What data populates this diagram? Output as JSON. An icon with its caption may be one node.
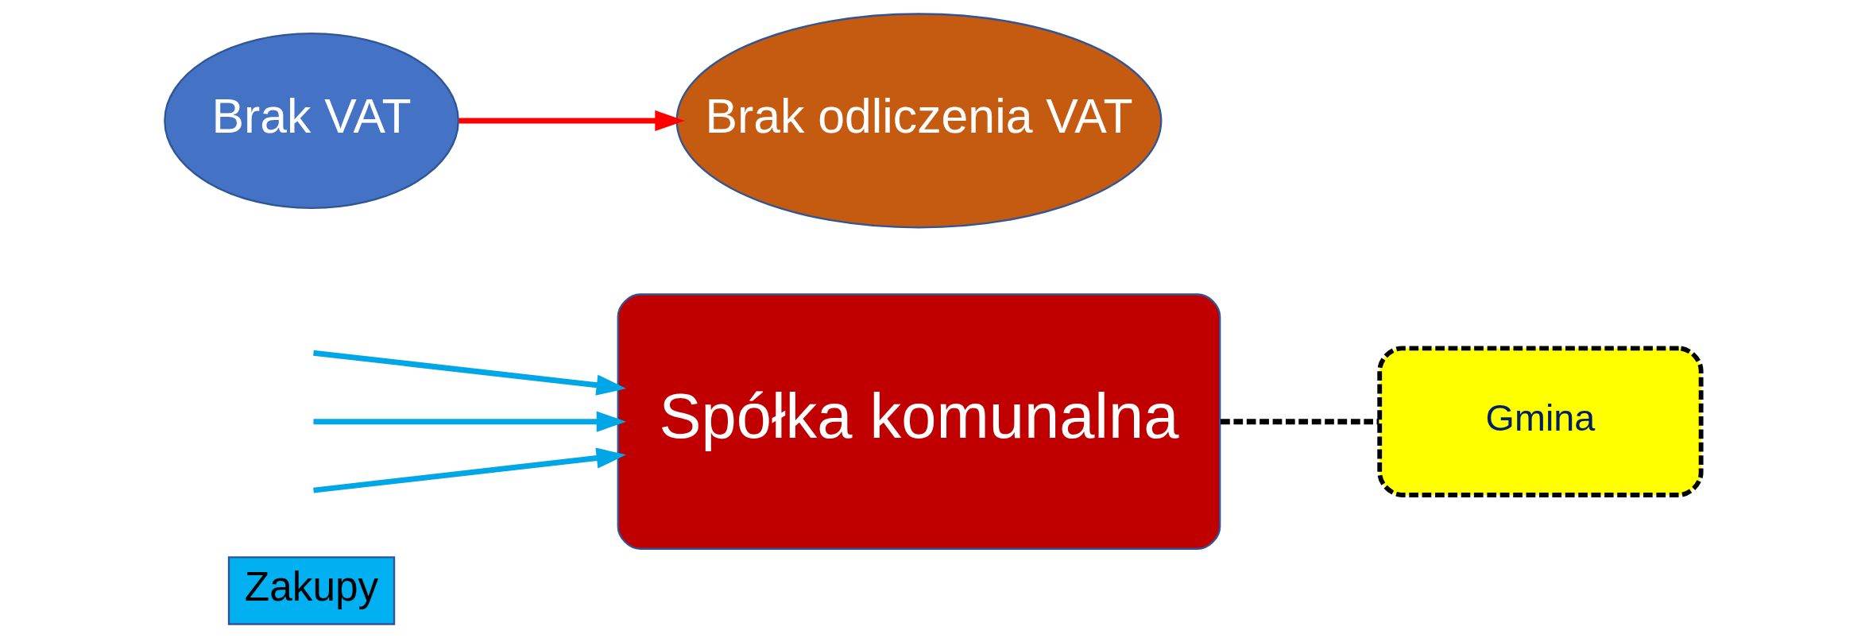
{
  "diagram": {
    "nodes": [
      {
        "text": [
          "Zakupy"
        ]
      },
      {
        "text": [
          "Spółka komunalna"
        ]
      },
      {
        "text": [
          "Gmina"
        ]
      },
      {
        "text": [
          "Brak VAT"
        ]
      },
      {
        "text": [
          "Brak odliczenia VAT"
        ]
      }
    ],
    "edges": [
      {
        "from": null,
        "to": 1,
        "arrow": "to"
      },
      {
        "from": null,
        "to": 1,
        "arrow": "to"
      },
      {
        "from": null,
        "to": 1,
        "arrow": "to"
      },
      {
        "from": 1,
        "to": 2,
        "arrow": "none",
        "style": "dashed",
        "color": "#000000"
      },
      {
        "from": 3,
        "to": 4,
        "arrow": "to",
        "color": "#ff0000"
      }
    ]
  }
}
